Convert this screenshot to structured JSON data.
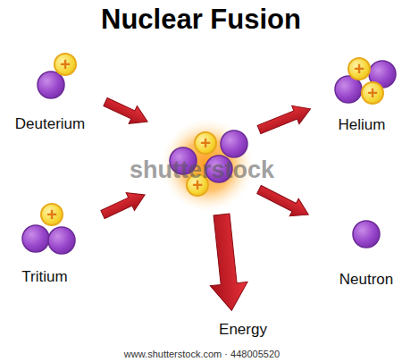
{
  "diagram": {
    "title": "Nuclear Fusion",
    "nodes": [
      {
        "text": [
          "+"
        ]
      },
      {
        "text": [
          "+"
        ]
      },
      {
        "text": [
          "+"
        ]
      },
      {
        "text": [
          "+"
        ]
      },
      {
        "text": [
          "+"
        ]
      },
      {
        "text": [
          "+"
        ]
      }
    ],
    "labels": [
      "Deuterium",
      "Helium",
      "shutterstock",
      "Tritium",
      "Neutron",
      "Energy",
      "www.shutterstock.com · 448005520"
    ]
  }
}
